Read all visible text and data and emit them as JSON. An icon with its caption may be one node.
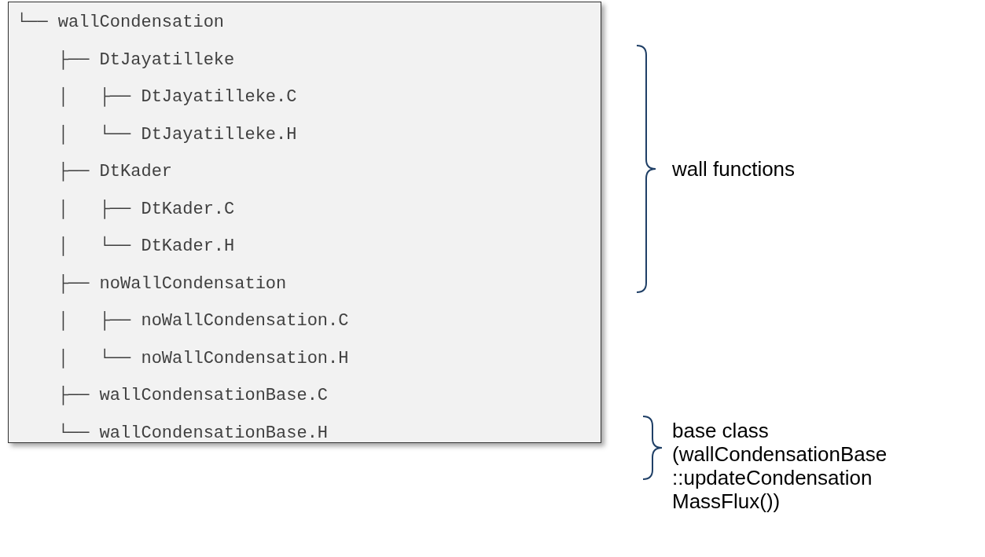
{
  "diagram": {
    "nodes": [
      {
        "text": [
          "└── wallCondensation",
          "    ├── DtJayatilleke",
          "    │   ├── DtJayatilleke.C",
          "    │   └── DtJayatilleke.H",
          "    ├── DtKader",
          "    │   ├── DtKader.C",
          "    │   └── DtKader.H",
          "    ├── noWallCondensation",
          "    │   ├── noWallCondensation.C",
          "    │   └── noWallCondensation.H",
          "    ├── wallCondensationBase.C",
          "    └── wallCondensationBase.H"
        ]
      }
    ],
    "labels": [
      "wall functions",
      "base class (wallCondensationBase ::updateCondensation MassFlux())"
    ]
  }
}
